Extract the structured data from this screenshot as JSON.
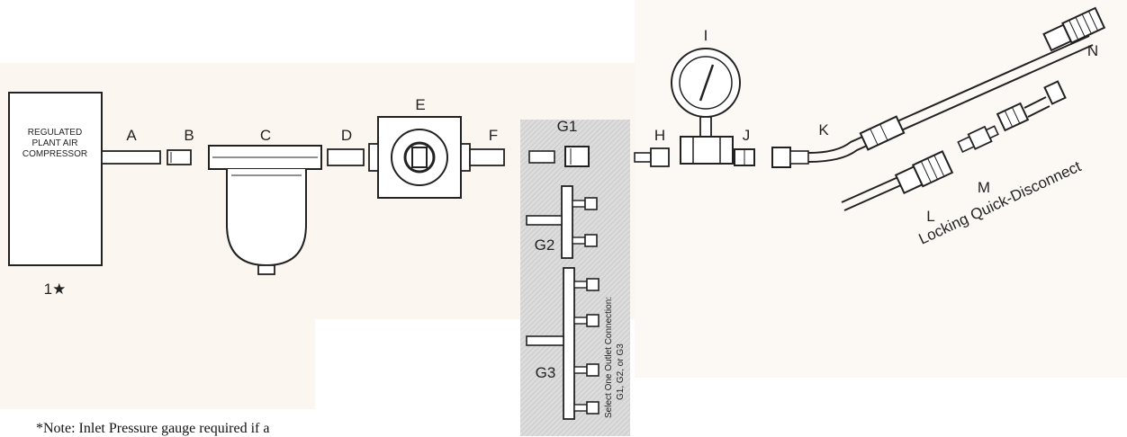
{
  "colors": {
    "background": "#ffffff",
    "panel_tint": "#fbf6f0",
    "outlet_panel": "#d6d6d6",
    "line": "#222222"
  },
  "compressor": {
    "label_lines": [
      "REGULATED",
      "PLANT AIR",
      "COMPRESSOR"
    ],
    "number": "1★"
  },
  "labels": {
    "A": "A",
    "B": "B",
    "C": "C",
    "D": "D",
    "E": "E",
    "F": "F",
    "G1": "G1",
    "G2": "G2",
    "G3": "G3",
    "H": "H",
    "I": "I",
    "J": "J",
    "K": "K",
    "L": "L",
    "M": "M",
    "N": "N"
  },
  "outlet_note_lines": [
    "Select One Outlet Connection:",
    "G1, G2, or G3"
  ],
  "locking_text": "Locking Quick-Disconnect",
  "footnote": "*Note: Inlet Pressure gauge required if a"
}
